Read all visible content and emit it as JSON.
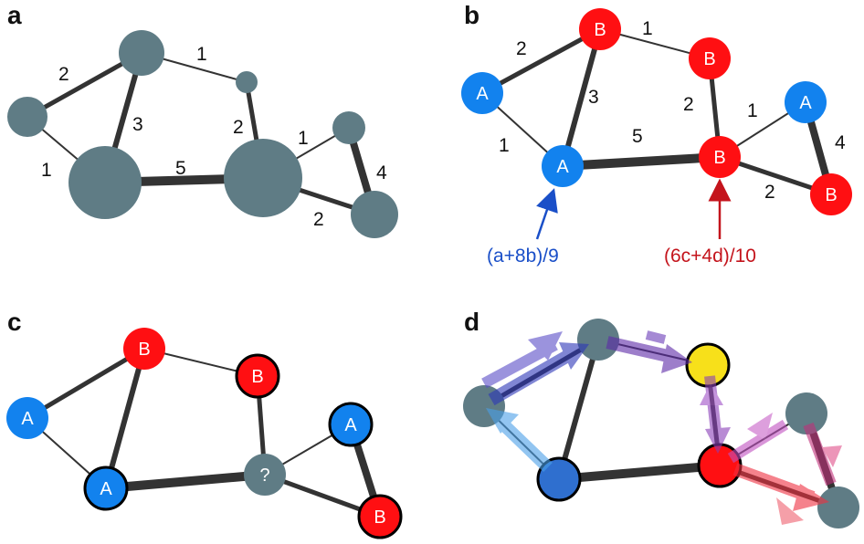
{
  "colors": {
    "grey_node": "#5f7c85",
    "class_a": "#1282ee",
    "class_b": "#ff0f12",
    "query": "#f7e01a",
    "edge": "#333333",
    "formula_blue": "#1a4fc8",
    "formula_red": "#c4141c"
  },
  "panels": {
    "a": {
      "label": "a",
      "weights": [
        "1",
        "2",
        "3",
        "2",
        "1",
        "5",
        "4",
        "2"
      ]
    },
    "b": {
      "label": "b",
      "weights": [
        "2",
        "1",
        "3",
        "2",
        "1",
        "1",
        "5",
        "4",
        "2"
      ],
      "nodes": [
        "A",
        "B",
        "B",
        "A",
        "A",
        "B",
        "B"
      ],
      "formula_blue": "(a+8b)/9",
      "formula_red": "(6c+4d)/10"
    },
    "c": {
      "label": "c",
      "nodes": [
        "A",
        "B",
        "B",
        "A",
        "A",
        "?",
        "B"
      ]
    },
    "d": {
      "label": "d"
    }
  }
}
